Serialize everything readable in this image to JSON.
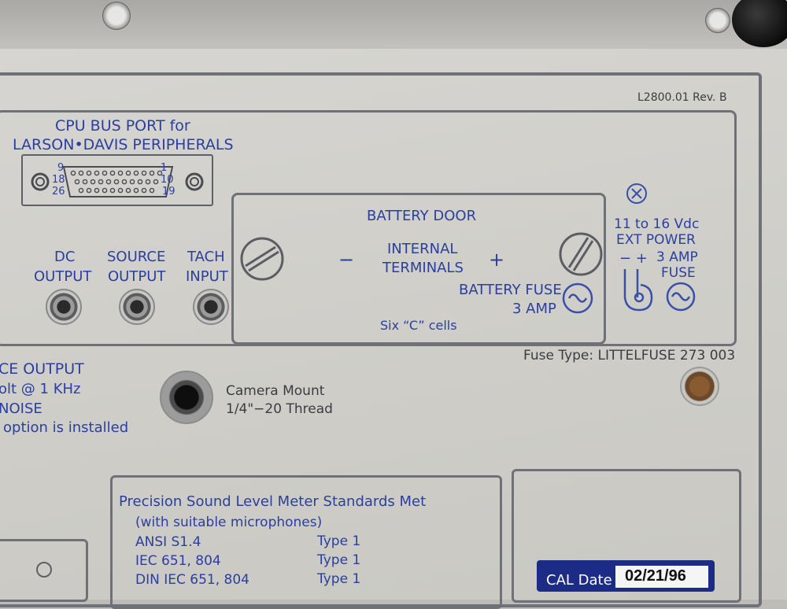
{
  "panel": {
    "revision": "L2800.01 Rev. B",
    "cpu_bus": {
      "title_line1": "CPU BUS PORT for",
      "title_line2": "LARSON•DAVIS PERIPHERALS",
      "pins": [
        "9",
        "1",
        "18",
        "10",
        "26",
        "19"
      ]
    },
    "outputs": [
      {
        "line1": "DC",
        "line2": "OUTPUT"
      },
      {
        "line1": "SOURCE",
        "line2": "OUTPUT"
      },
      {
        "line1": "TACH",
        "line2": "INPUT"
      }
    ],
    "battery": {
      "title": "BATTERY DOOR",
      "minus": "−",
      "plus": "+",
      "internal_line1": "INTERNAL",
      "internal_line2": "TERMINALS",
      "fuse_line1": "BATTERY FUSE",
      "fuse_line2": "3 AMP",
      "cells": "Six “C” cells"
    },
    "ext_power": {
      "line1": "11 to 16 Vdc",
      "line2": "EXT POWER",
      "polarity": "− +",
      "fuse_line1": "3 AMP",
      "fuse_line2": "FUSE"
    },
    "fuse_type": "Fuse Type:  LITTELFUSE 273 003",
    "source_output": {
      "line1": "CE OUTPUT",
      "line2": "olt @ 1 KHz",
      "line3": "NOISE",
      "line4": "option is installed"
    },
    "camera_mount": {
      "line1": "Camera Mount",
      "line2": "1/4\"−20 Thread"
    },
    "standards": {
      "title": "Precision Sound Level Meter Standards Met",
      "subtitle": "(with suitable microphones)",
      "rows": [
        {
          "name": "ANSI S1.4",
          "type": "Type 1"
        },
        {
          "name": "IEC 651,  804",
          "type": "Type 1"
        },
        {
          "name": "DIN IEC 651,  804",
          "type": "Type 1"
        }
      ]
    },
    "calibration": {
      "label": "CAL Date",
      "date": "02/21/96"
    }
  },
  "colors": {
    "print_blue": "#2b3f9e",
    "print_gray": "#3b3d42",
    "plate": "#d2d1cd",
    "frame": "#6f7178"
  }
}
